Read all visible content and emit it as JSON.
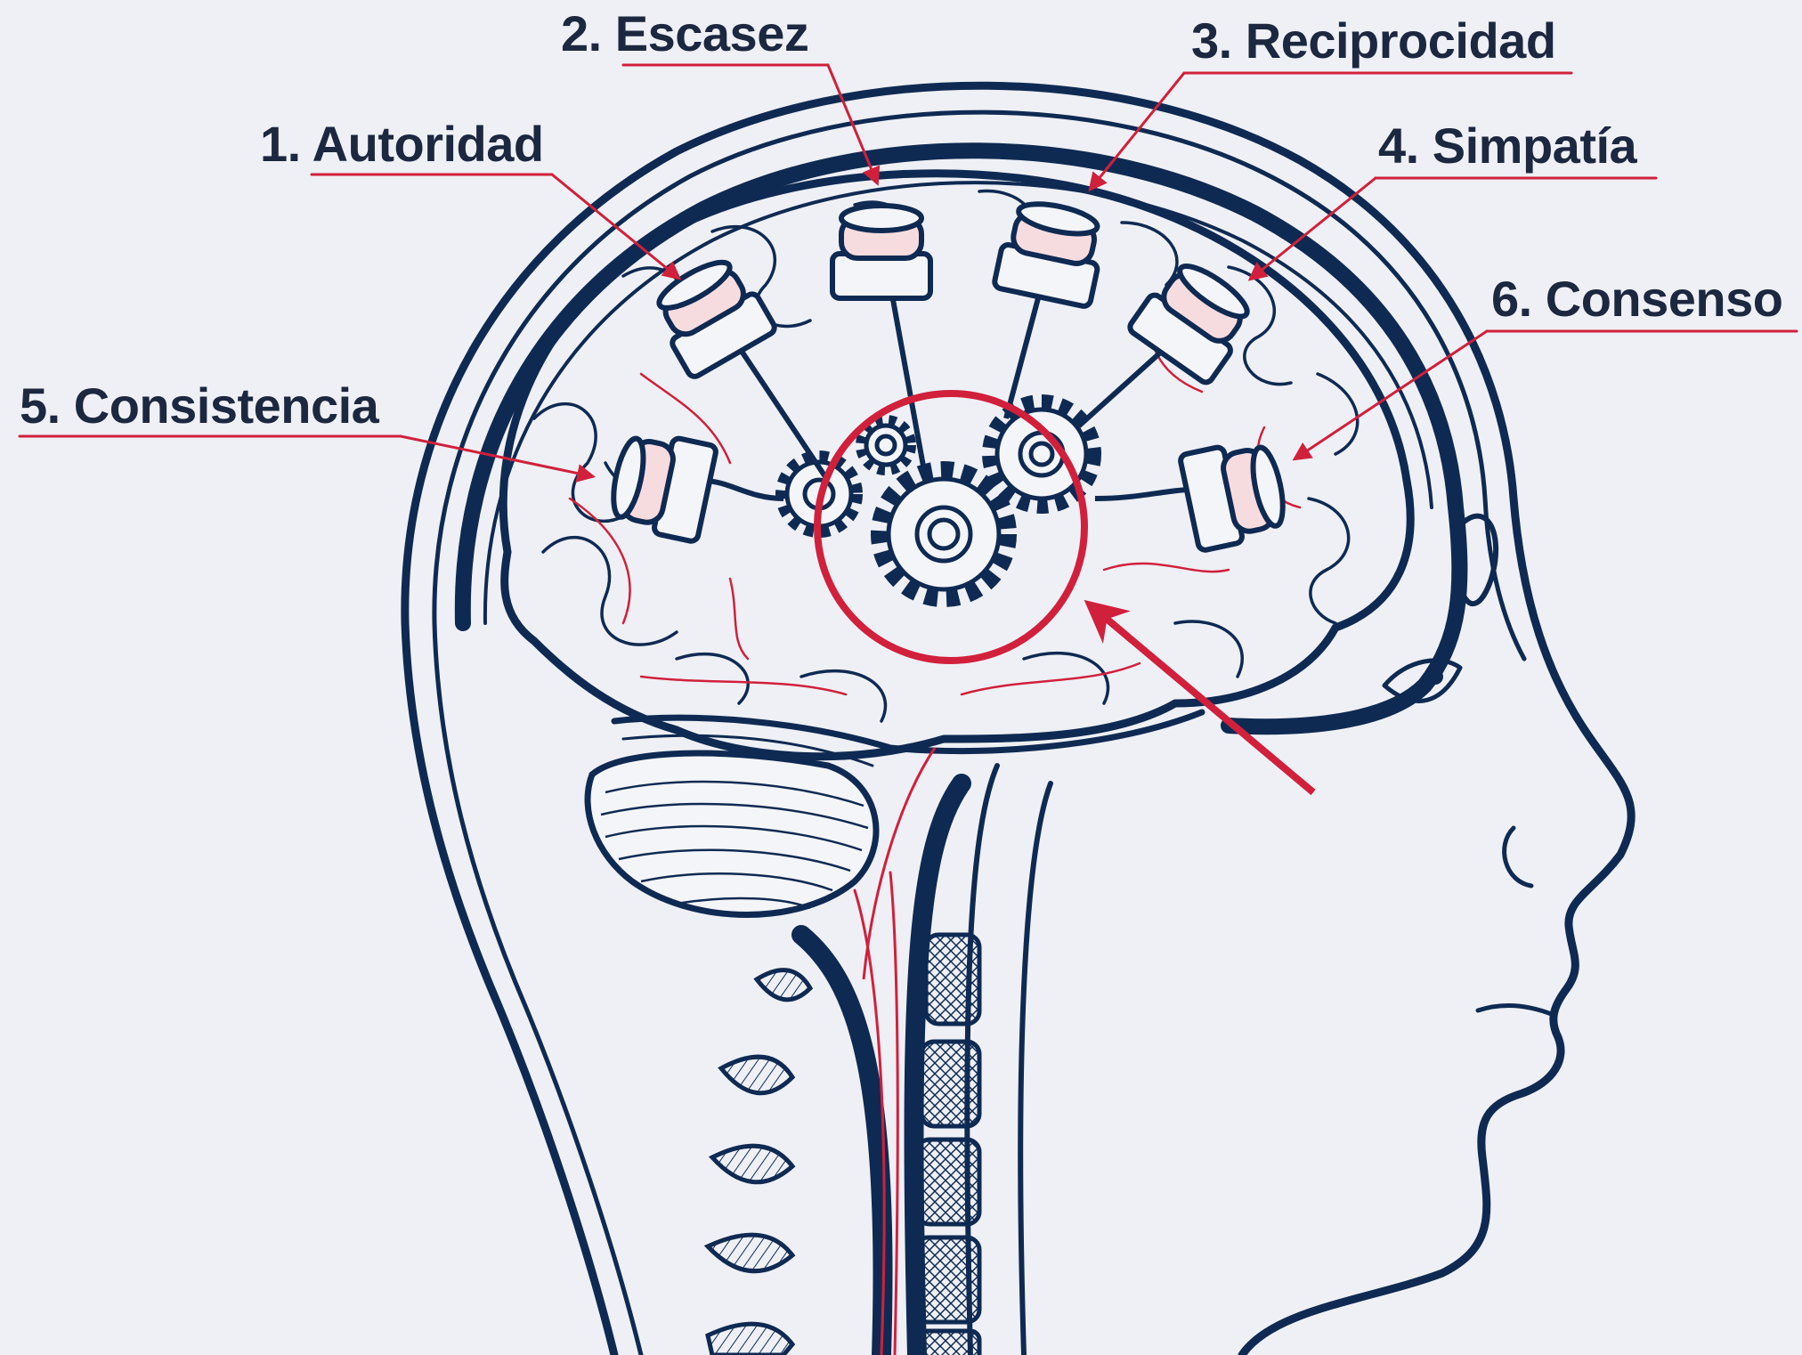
{
  "labels": {
    "autoridad": "1. Autoridad",
    "escasez": "2. Escasez",
    "reciprocidad": "3. Reciprocidad",
    "simpatia": "4. Simpatía",
    "consistencia": "5. Consistencia",
    "consenso": "6. Consenso"
  },
  "colors": {
    "background": "#eef0f5",
    "ink": "#0f2a52",
    "accent": "#d1203c",
    "text": "#1c2740"
  }
}
